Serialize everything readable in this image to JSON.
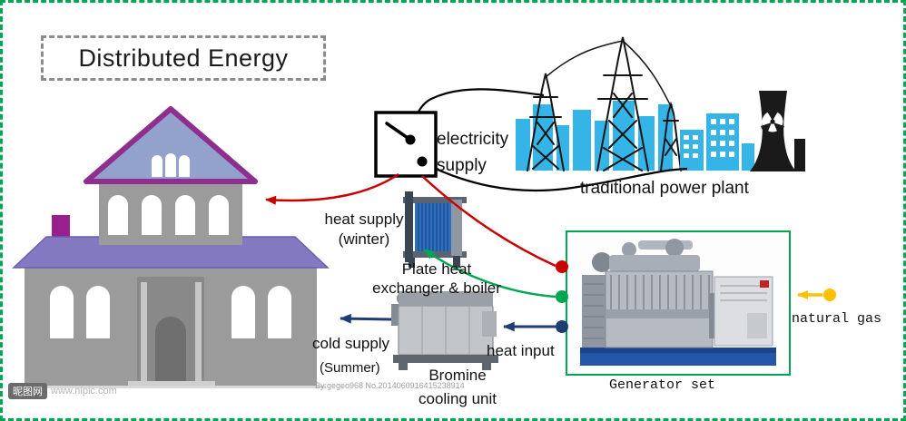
{
  "title": "Distributed Energy",
  "labels": {
    "electricity_supply": "electricity\nsupply",
    "traditional_power_plant": "traditional power plant",
    "heat_supply_winter": "heat supply\n(winter)",
    "plate_heat_exchanger": "Plate heat\nexchanger & boiler",
    "cold_supply": "cold supply",
    "cold_supply_season": "(Summer)",
    "bromine_cooling_unit": "Bromine\ncooling unit",
    "heat_input": "heat input",
    "generator_set": "Generator set",
    "natural_gas": "natural gas"
  },
  "legend_colors": {
    "electricity": "#c80000",
    "heat_winter": "#00a651",
    "cold_supply_and_heat_input": "#1f3d73",
    "natural_gas": "#ffc000",
    "frame_border": "#00a651",
    "plant_blue": "#35b4e8"
  },
  "watermark": {
    "site_badge": "昵图网",
    "site_url": "www.nipic.com",
    "credit": "By:gegeo968 No.2014060916415238914"
  }
}
